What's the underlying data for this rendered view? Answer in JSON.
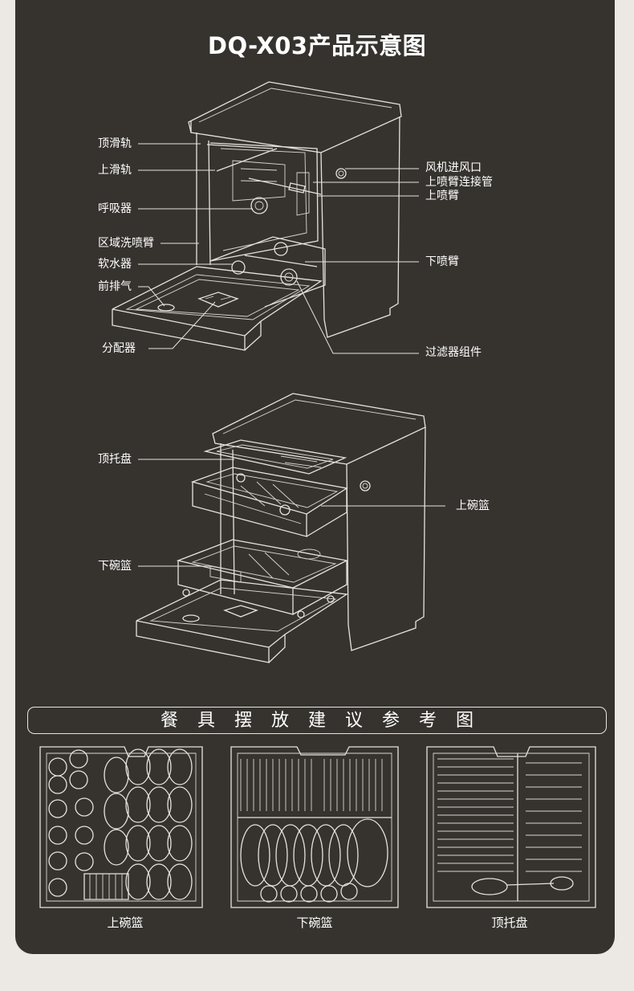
{
  "title": "DQ-X03产品示意图",
  "diagram1": {
    "left_labels": [
      "顶滑轨",
      "上滑轨",
      "呼吸器",
      "区域洗喷臂",
      "软水器",
      "前排气",
      "分配器"
    ],
    "right_labels": [
      "风机进风口",
      "上喷臂连接管",
      "上喷臂",
      "下喷臂",
      "过滤器组件"
    ]
  },
  "diagram2": {
    "labels": [
      "顶托盘",
      "上碗篮",
      "下碗篮"
    ]
  },
  "section_header": "餐具摆放建议参考图",
  "baskets": [
    "上碗篮",
    "下碗篮",
    "顶托盘"
  ],
  "colors": {
    "card_bg": "#36332f",
    "page_bg": "#ece9e4",
    "line": "#e6e3de"
  }
}
